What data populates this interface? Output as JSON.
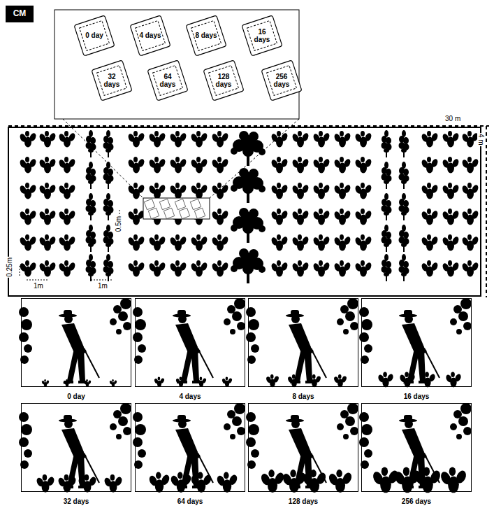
{
  "diagram": {
    "nodes": [
      {
        "text": [
          "CM"
        ]
      },
      {
        "text": [
          "0 day"
        ]
      },
      {
        "text": [
          "4 days"
        ]
      },
      {
        "text": [
          "8 days"
        ]
      },
      {
        "text": [
          "16 days"
        ]
      },
      {
        "text": [
          "32 days"
        ]
      },
      {
        "text": [
          "64 days"
        ]
      },
      {
        "text": [
          "128 days"
        ]
      },
      {
        "text": [
          "256 days"
        ]
      },
      {
        "text": [
          "0 day"
        ]
      },
      {
        "text": [
          "4 days"
        ]
      },
      {
        "text": [
          "8 days"
        ]
      },
      {
        "text": [
          "16 days"
        ]
      },
      {
        "text": [
          "32 days"
        ]
      },
      {
        "text": [
          "64 days"
        ]
      },
      {
        "text": [
          "128 days"
        ]
      },
      {
        "text": [
          "256 days"
        ]
      }
    ],
    "labels": [
      "30 m",
      "4 m",
      "0.5m",
      "0.25m",
      "1m",
      "1m"
    ]
  }
}
